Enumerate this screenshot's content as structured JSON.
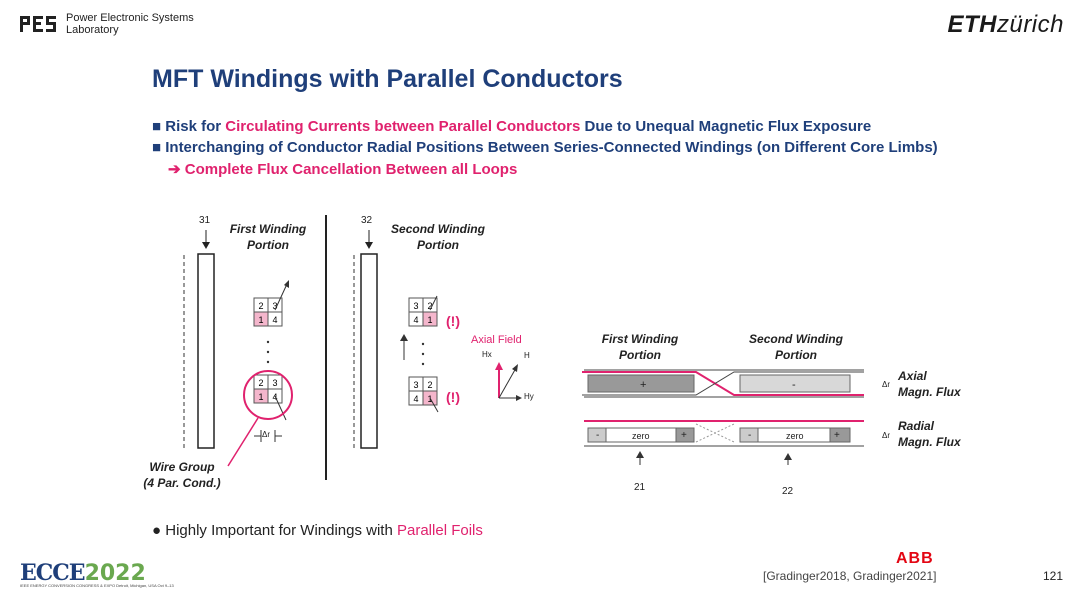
{
  "header": {
    "lab_line1": "Power Electronic Systems",
    "lab_line2": "Laboratory",
    "eth_bold": "ETH",
    "eth_rest": "zürich"
  },
  "title": "MFT Windings with Parallel Conductors",
  "bullets": {
    "b1_pre": "Risk for ",
    "b1_pink": "Circulating Currents between Parallel Conductors",
    "b1_post": " Due to Unequal Magnetic Flux Exposure",
    "b2": "Interchanging of Conductor Radial Positions Between Series-Connected Windings (on Different Core Limbs)",
    "b3": "Complete Flux Cancellation Between all Loops"
  },
  "left_figure": {
    "ref31": "31",
    "ref32": "32",
    "first_portion_line1": "First Winding",
    "first_portion_line2": "Portion",
    "second_portion_line1": "Second Winding",
    "second_portion_line2": "Portion",
    "wire_group_line1": "Wire Group",
    "wire_group_line2": "(4 Par. Cond.)",
    "excl": "(!)",
    "axial_field": "Axial Field",
    "hx": "Hx",
    "h": "H",
    "hy": "Hy",
    "dr": "Δr"
  },
  "right_figure": {
    "first_portion_line1": "First Winding",
    "first_portion_line2": "Portion",
    "second_portion_line1": "Second Winding",
    "second_portion_line2": "Portion",
    "axial_line1": "Axial",
    "axial_line2": "Magn. Flux",
    "radial_line1": "Radial",
    "radial_line2": "Magn. Flux",
    "plus": "+",
    "minus": "-",
    "zero": "zero",
    "ref21": "21",
    "ref22": "22",
    "dr": "Δr"
  },
  "footer": {
    "note_pre": "Highly Important for Windings with ",
    "note_pink": "Parallel Foils",
    "abb": "ABB",
    "citation": "[Gradinger2018, Gradinger2021]",
    "page": "121",
    "ecce": "ECCE",
    "ecce_year": "2022",
    "ecce_sub": "IEEE ENERGY CONVERSION CONGRESS & EXPO  Detroit, Michigan, USA  Oct 9–13"
  },
  "colors": {
    "title_blue": "#1f3f7a",
    "accent_pink": "#e0226e",
    "abb_red": "#e30613"
  }
}
